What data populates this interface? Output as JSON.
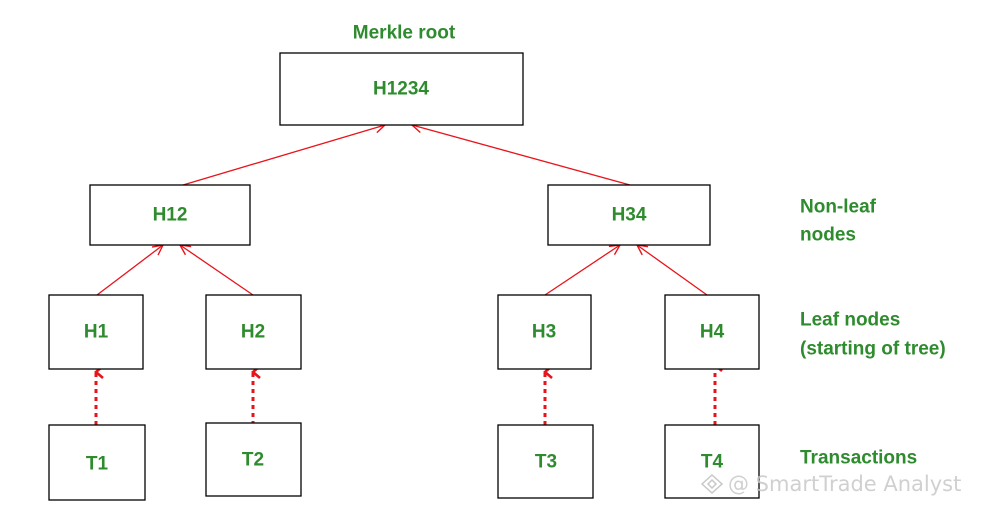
{
  "colors": {
    "label_green": "#2e8b2e",
    "edge_red": "#e8141b",
    "node_border": "#000000",
    "watermark_gray": "#c8c8c8"
  },
  "tree": {
    "root_caption": "Merkle root",
    "root": {
      "label": "H1234"
    },
    "non_leaf": [
      {
        "label": "H12"
      },
      {
        "label": "H34"
      }
    ],
    "leaves": [
      {
        "label": "H1"
      },
      {
        "label": "H2"
      },
      {
        "label": "H3"
      },
      {
        "label": "H4"
      }
    ],
    "transactions": [
      {
        "label": "T1"
      },
      {
        "label": "T2"
      },
      {
        "label": "T3"
      },
      {
        "label": "T4"
      }
    ]
  },
  "legend": {
    "non_leaf_line1": "Non-leaf",
    "non_leaf_line2": "nodes",
    "leaf_line1": "Leaf nodes",
    "leaf_line2": "(starting of tree)",
    "transactions": "Transactions"
  },
  "watermark": {
    "icon": "share-icon",
    "text": "@ SmartTrade Analyst"
  }
}
